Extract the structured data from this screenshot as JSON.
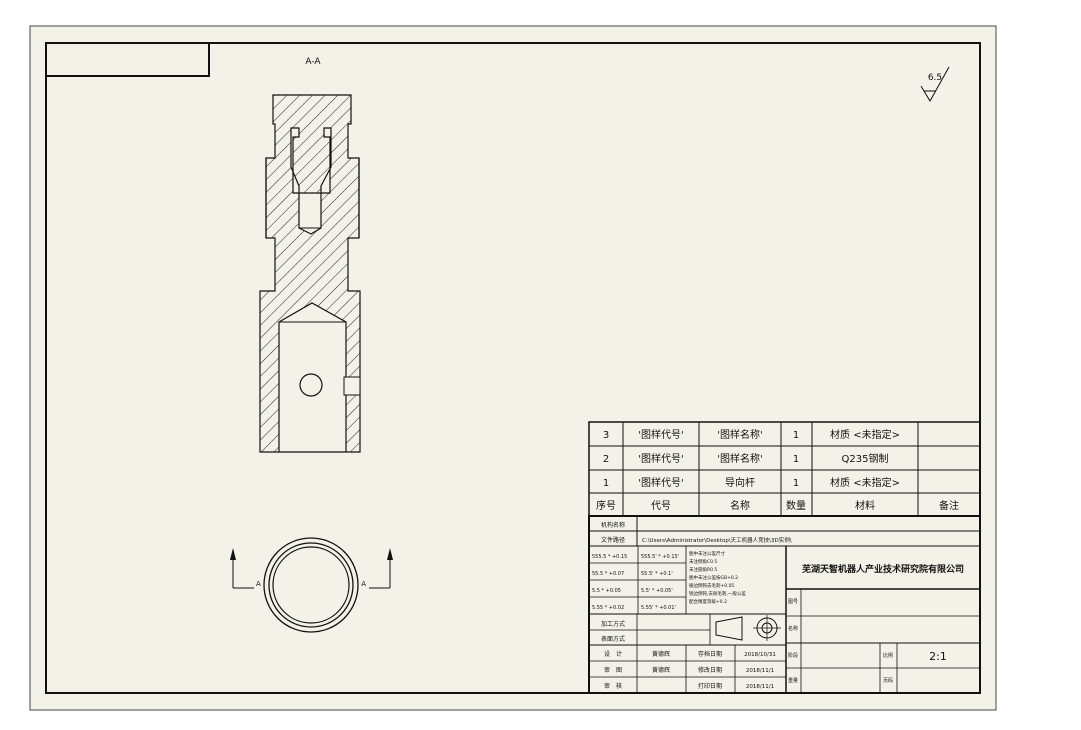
{
  "section_label": "A-A",
  "section_marker": "A",
  "surface_finish": "6.5",
  "bom": {
    "rows": [
      {
        "no": "3",
        "code": "'图样代号'",
        "name": "'图样名称'",
        "qty": "1",
        "material": "材质 <未指定>",
        "note": ""
      },
      {
        "no": "2",
        "code": "'图样代号'",
        "name": "'图样名称'",
        "qty": "1",
        "material": "Q235钢制",
        "note": ""
      },
      {
        "no": "1",
        "code": "'图样代号'",
        "name": "导向杆",
        "qty": "1",
        "material": "材质 <未指定>",
        "note": ""
      }
    ],
    "header": {
      "no": "序号",
      "code": "代号",
      "name": "名称",
      "qty": "数量",
      "material": "材料",
      "note": "备注"
    }
  },
  "title_block": {
    "part_name_label": "机构名称",
    "file_path_label": "文件路径",
    "file_path": "C:\\Users\\Administrator\\Desktop\\天工机器人竞技\\3D实例\\",
    "tolerances": [
      [
        "555.5 * +0.15",
        "555.5' * +0.15'"
      ],
      [
        "55.5 * +0.07",
        "55.5' * +0.1'"
      ],
      [
        "5.5 * +0.05",
        "5.5' * +0.05'"
      ],
      [
        "5.55 * +0.02",
        "5.55' * +0.01'"
      ]
    ],
    "notes": [
      "图中未注公差尺寸",
      "未注倒角C0.5",
      "未注圆角R0.5",
      "图中未注公差按GB+0.2",
      "棱边倒钝去毛刺+0.05",
      "锐边倒钝,去除毛刺,一般公差",
      "配合精度等级+0.2"
    ],
    "company": "芜湖天智机器人产业技术研究院有限公司",
    "process_label": "加工方式",
    "surface_label": "表面方式",
    "figure_label": "图号",
    "name_label": "名称",
    "design_label": "设　计",
    "check_label": "审　图",
    "approve_label": "审　核",
    "designer": "黄德辉",
    "checker": "黄德辉",
    "design_date_label": "存档日期",
    "check_date_label": "修改日期",
    "print_date_label": "打印日期",
    "design_date": "2018/10/31",
    "check_date": "2018/11/1",
    "print_date": "2018/11/1",
    "scale_label": "比例",
    "scale": "2:1",
    "page_label": "页码",
    "stage_label": "阶段",
    "weight_label": "重量"
  }
}
